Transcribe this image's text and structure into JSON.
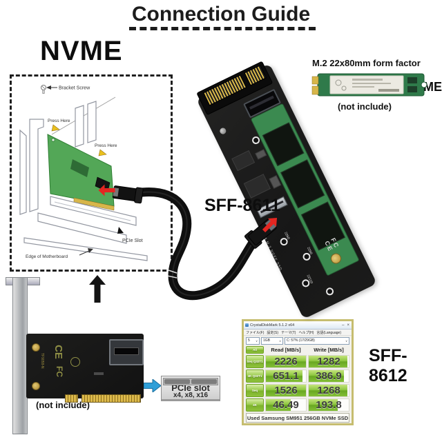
{
  "page": {
    "title": "Connection Guide"
  },
  "headings": {
    "nvme": "NVME",
    "sff8611": "SFF-8611",
    "sff8612": "SFF-8612"
  },
  "m2": {
    "form_factor": "M.2 22x80mm form factor",
    "nvme": "NVME",
    "not_include": "(not include)"
  },
  "install_diagram": {
    "bracket_screw": "Bracket Screw",
    "press_here_top": "Press Here",
    "press_here_mid": "Press Here",
    "pcie_slot": "PCIe Slot",
    "edge_of_motherboard": "Edge of Motherboard"
  },
  "adapter_board": {
    "hole_labels": [
      "2230",
      "2242",
      "2260",
      "2280",
      "22110"
    ],
    "fcc_ce": "FC CE",
    "edge_text": "SATA M.2 NGFF SSD"
  },
  "adapter_card": {
    "not_include": "(not include)",
    "ce": "CE",
    "fc": "FC",
    "model": "TF9058-N"
  },
  "pcie_slot_block": {
    "title": "PCIe slot",
    "sizes": "x4, x8, x16"
  },
  "benchmark": {
    "window_title": "CrystalDiskMark 5.1.2 x64",
    "window_controls": {
      "minimize": "–",
      "close": "×"
    },
    "menu": [
      "ファイル(F)",
      "設定(S)",
      "テーマ(T)",
      "ヘルプ(H)",
      "言語(Language)"
    ],
    "test_count": "5",
    "test_size": "1GB",
    "drive": "C: 57% (17/29GB)",
    "caret": "∨",
    "columns": {
      "read": "Read [MB/s]",
      "write": "Write [MB/s]"
    },
    "all_label": "All",
    "rows": [
      {
        "label": "Seq Q32T1",
        "read": "2226",
        "write": "1282"
      },
      {
        "label": "4K Q32T1",
        "read": "651.1",
        "write": "386.9"
      },
      {
        "label": "Seq",
        "read": "1526",
        "write": "1268"
      },
      {
        "label": "4K",
        "read": "46.49",
        "write": "193.8"
      }
    ],
    "footer": "Used Samsung SM951 256GB NVMe SSD"
  },
  "colors": {
    "arrow_red": "#e42621",
    "arrow_blue": "#2f9fd8",
    "bar_green": "#8cc63f",
    "frame_khaki": "#c6bd6f",
    "card_green": "#53a757"
  }
}
